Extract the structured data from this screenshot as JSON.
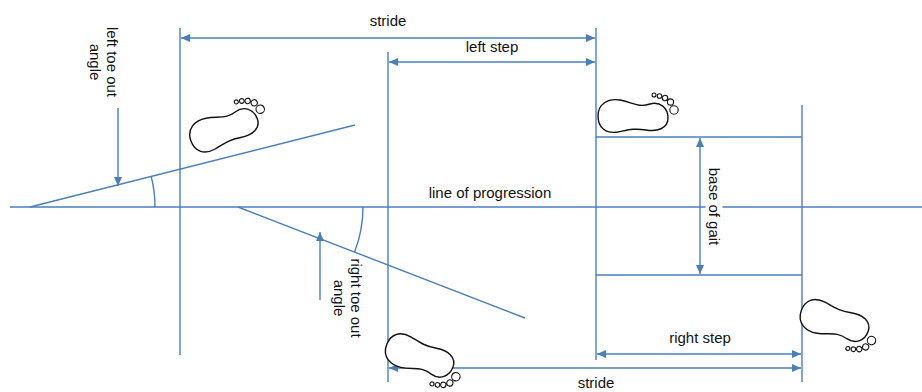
{
  "diagram": {
    "labels": [
      "stride",
      "left toe out angle",
      "left step",
      "line of progression",
      "base of gait",
      "right toe out angle",
      "right step",
      "stride"
    ]
  }
}
